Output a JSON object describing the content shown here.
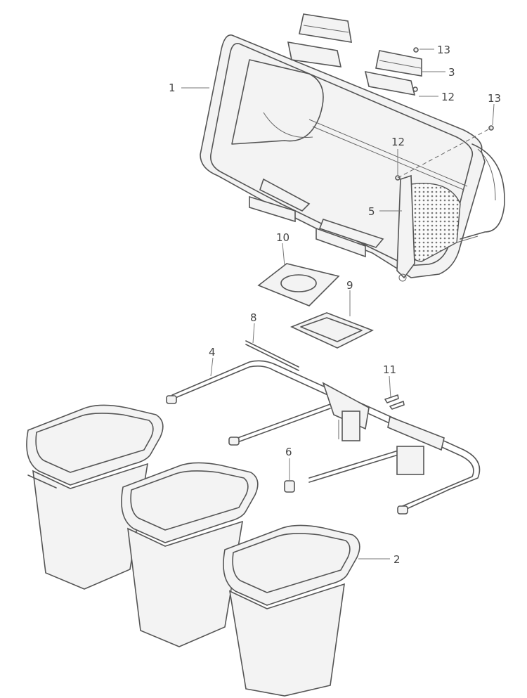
{
  "callouts": [
    {
      "id": "c1",
      "label": "1"
    },
    {
      "id": "c13a",
      "label": "13"
    },
    {
      "id": "c3",
      "label": "3"
    },
    {
      "id": "c12a",
      "label": "12"
    },
    {
      "id": "c13b",
      "label": "13"
    },
    {
      "id": "c12b",
      "label": "12"
    },
    {
      "id": "c5",
      "label": "5"
    },
    {
      "id": "c10",
      "label": "10"
    },
    {
      "id": "c9",
      "label": "9"
    },
    {
      "id": "c8",
      "label": "8"
    },
    {
      "id": "c4",
      "label": "4"
    },
    {
      "id": "c11",
      "label": "11"
    },
    {
      "id": "c6",
      "label": "6"
    },
    {
      "id": "c2",
      "label": "2"
    }
  ]
}
